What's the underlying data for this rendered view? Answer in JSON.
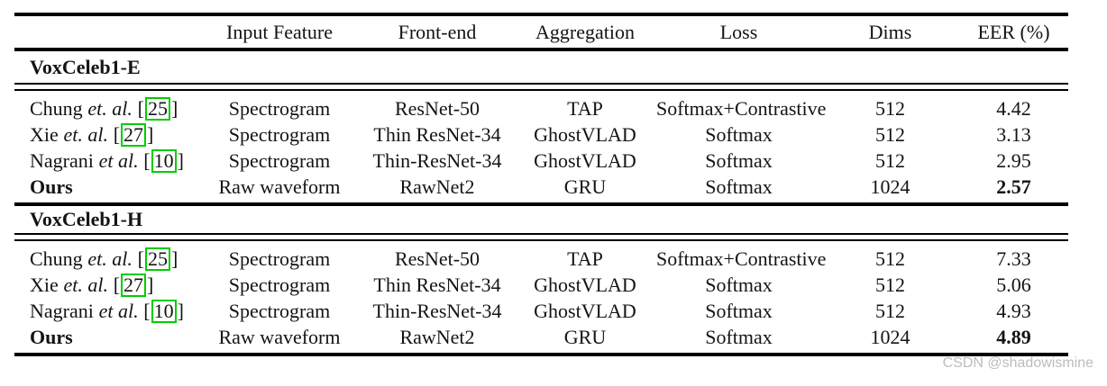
{
  "header": {
    "columns": [
      "",
      "Input Feature",
      "Front-end",
      "Aggregation",
      "Loss",
      "Dims",
      "EER (%)"
    ]
  },
  "sections": [
    {
      "title": "VoxCeleb1-E",
      "rows": [
        {
          "name": "Chung",
          "etal": "et. al.",
          "bl": "[",
          "cite": "25",
          "br": "]",
          "input": "Spectrogram",
          "frontend": "ResNet-50",
          "agg": "TAP",
          "loss": "Softmax+Contrastive",
          "dims": "512",
          "eer": "4.42"
        },
        {
          "name": "Xie",
          "etal": "et. al.",
          "bl": "[",
          "cite": "27",
          "br": "]",
          "input": "Spectrogram",
          "frontend": "Thin ResNet-34",
          "agg": "GhostVLAD",
          "loss": "Softmax",
          "dims": "512",
          "eer": "3.13"
        },
        {
          "name": "Nagrani",
          "etal": "et al.",
          "bl": "[",
          "cite": "10",
          "br": "]",
          "input": "Spectrogram",
          "frontend": "Thin-ResNet-34",
          "agg": "GhostVLAD",
          "loss": "Softmax",
          "dims": "512",
          "eer": "2.95"
        },
        {
          "name": "Ours",
          "etal": "",
          "bl": "",
          "cite": "",
          "br": "",
          "input": "Raw waveform",
          "frontend": "RawNet2",
          "agg": "GRU",
          "loss": "Softmax",
          "dims": "1024",
          "eer": "2.57"
        }
      ]
    },
    {
      "title": "VoxCeleb1-H",
      "rows": [
        {
          "name": "Chung",
          "etal": "et. al.",
          "bl": "[",
          "cite": "25",
          "br": "]",
          "input": "Spectrogram",
          "frontend": "ResNet-50",
          "agg": "TAP",
          "loss": "Softmax+Contrastive",
          "dims": "512",
          "eer": "7.33"
        },
        {
          "name": "Xie",
          "etal": "et. al.",
          "bl": "[",
          "cite": "27",
          "br": "]",
          "input": "Spectrogram",
          "frontend": "Thin ResNet-34",
          "agg": "GhostVLAD",
          "loss": "Softmax",
          "dims": "512",
          "eer": "5.06"
        },
        {
          "name": "Nagrani",
          "etal": "et al.",
          "bl": "[",
          "cite": "10",
          "br": "]",
          "input": "Spectrogram",
          "frontend": "Thin-ResNet-34",
          "agg": "GhostVLAD",
          "loss": "Softmax",
          "dims": "512",
          "eer": "4.93"
        },
        {
          "name": "Ours",
          "etal": "",
          "bl": "",
          "cite": "",
          "br": "",
          "input": "Raw waveform",
          "frontend": "RawNet2",
          "agg": "GRU",
          "loss": "Softmax",
          "dims": "1024",
          "eer": "4.89"
        }
      ]
    }
  ],
  "watermark": {
    "text": "CSDN @shadowismine"
  },
  "colors": {
    "citation_box": "#00cc00",
    "watermark_text": "#bcbcbc",
    "text": "#141414",
    "rule": "#000000",
    "background": "#ffffff"
  }
}
